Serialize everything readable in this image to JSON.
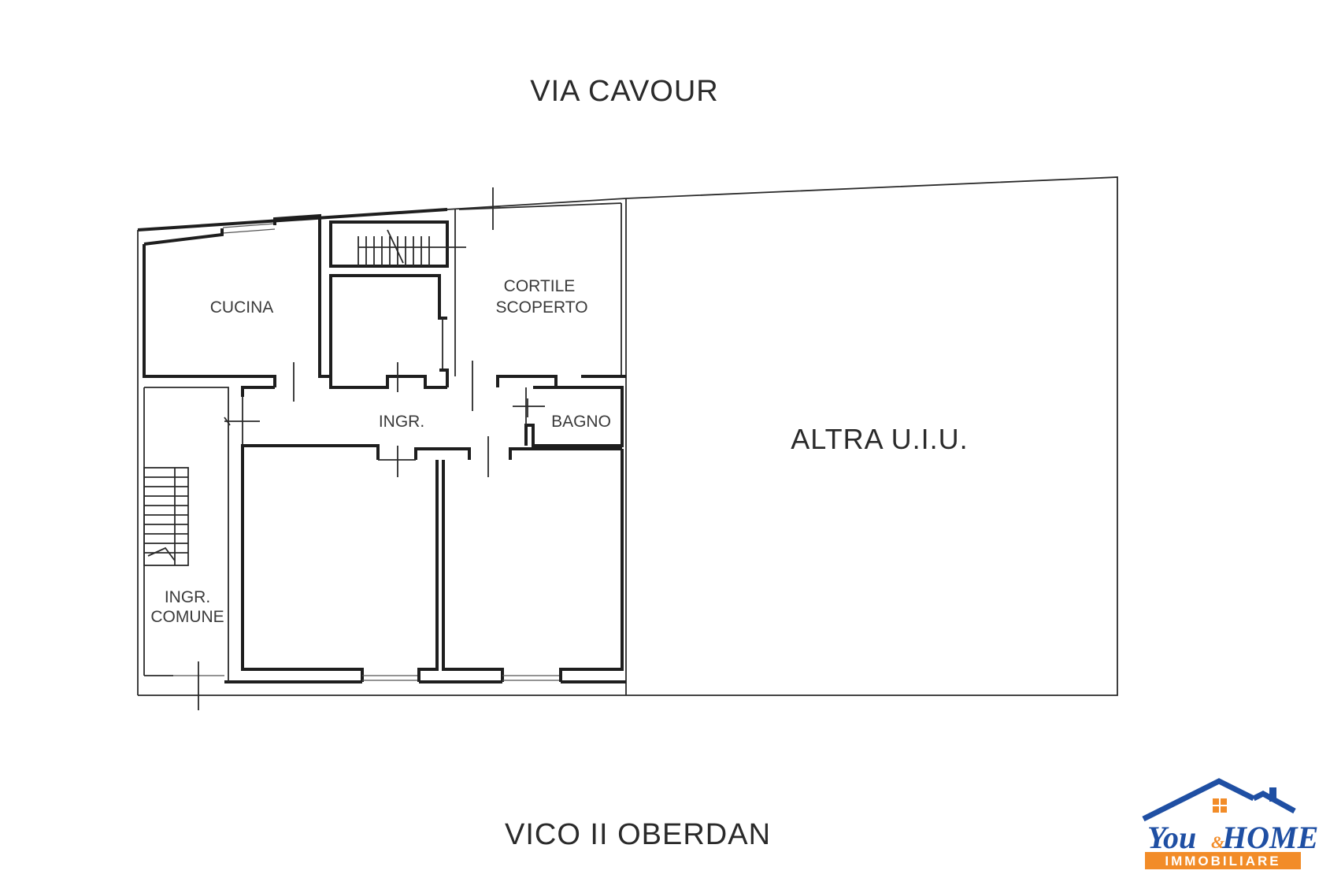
{
  "streets": {
    "top": "VIA CAVOUR",
    "bottom": "VICO II OBERDAN"
  },
  "rooms": {
    "kitchen": "CUCINA",
    "courtyard_line1": "CORTILE",
    "courtyard_line2": "SCOPERTO",
    "entrance": "INGR.",
    "bathroom": "BAGNO",
    "common_entrance_line1": "INGR.",
    "common_entrance_line2": "COMUNE",
    "other_unit": "ALTRA U.I.U."
  },
  "logo": {
    "you": "You",
    "amp": "&",
    "home": "HOME",
    "sub": "IMMOBILIARE",
    "colors": {
      "blue": "#1f4fa3",
      "orange": "#f28c28"
    }
  }
}
